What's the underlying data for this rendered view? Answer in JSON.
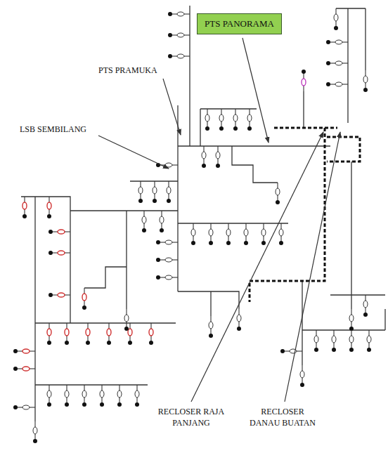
{
  "diagram": {
    "nodes": [
      {
        "text": [
          "PTS PANORAMA"
        ]
      }
    ],
    "labels": [
      "PTS PRAMUKA",
      "LSB SEMBILANG",
      "RECLOSER RAJA PANJANG",
      "RECLOSER DANAU BUATAN"
    ]
  }
}
